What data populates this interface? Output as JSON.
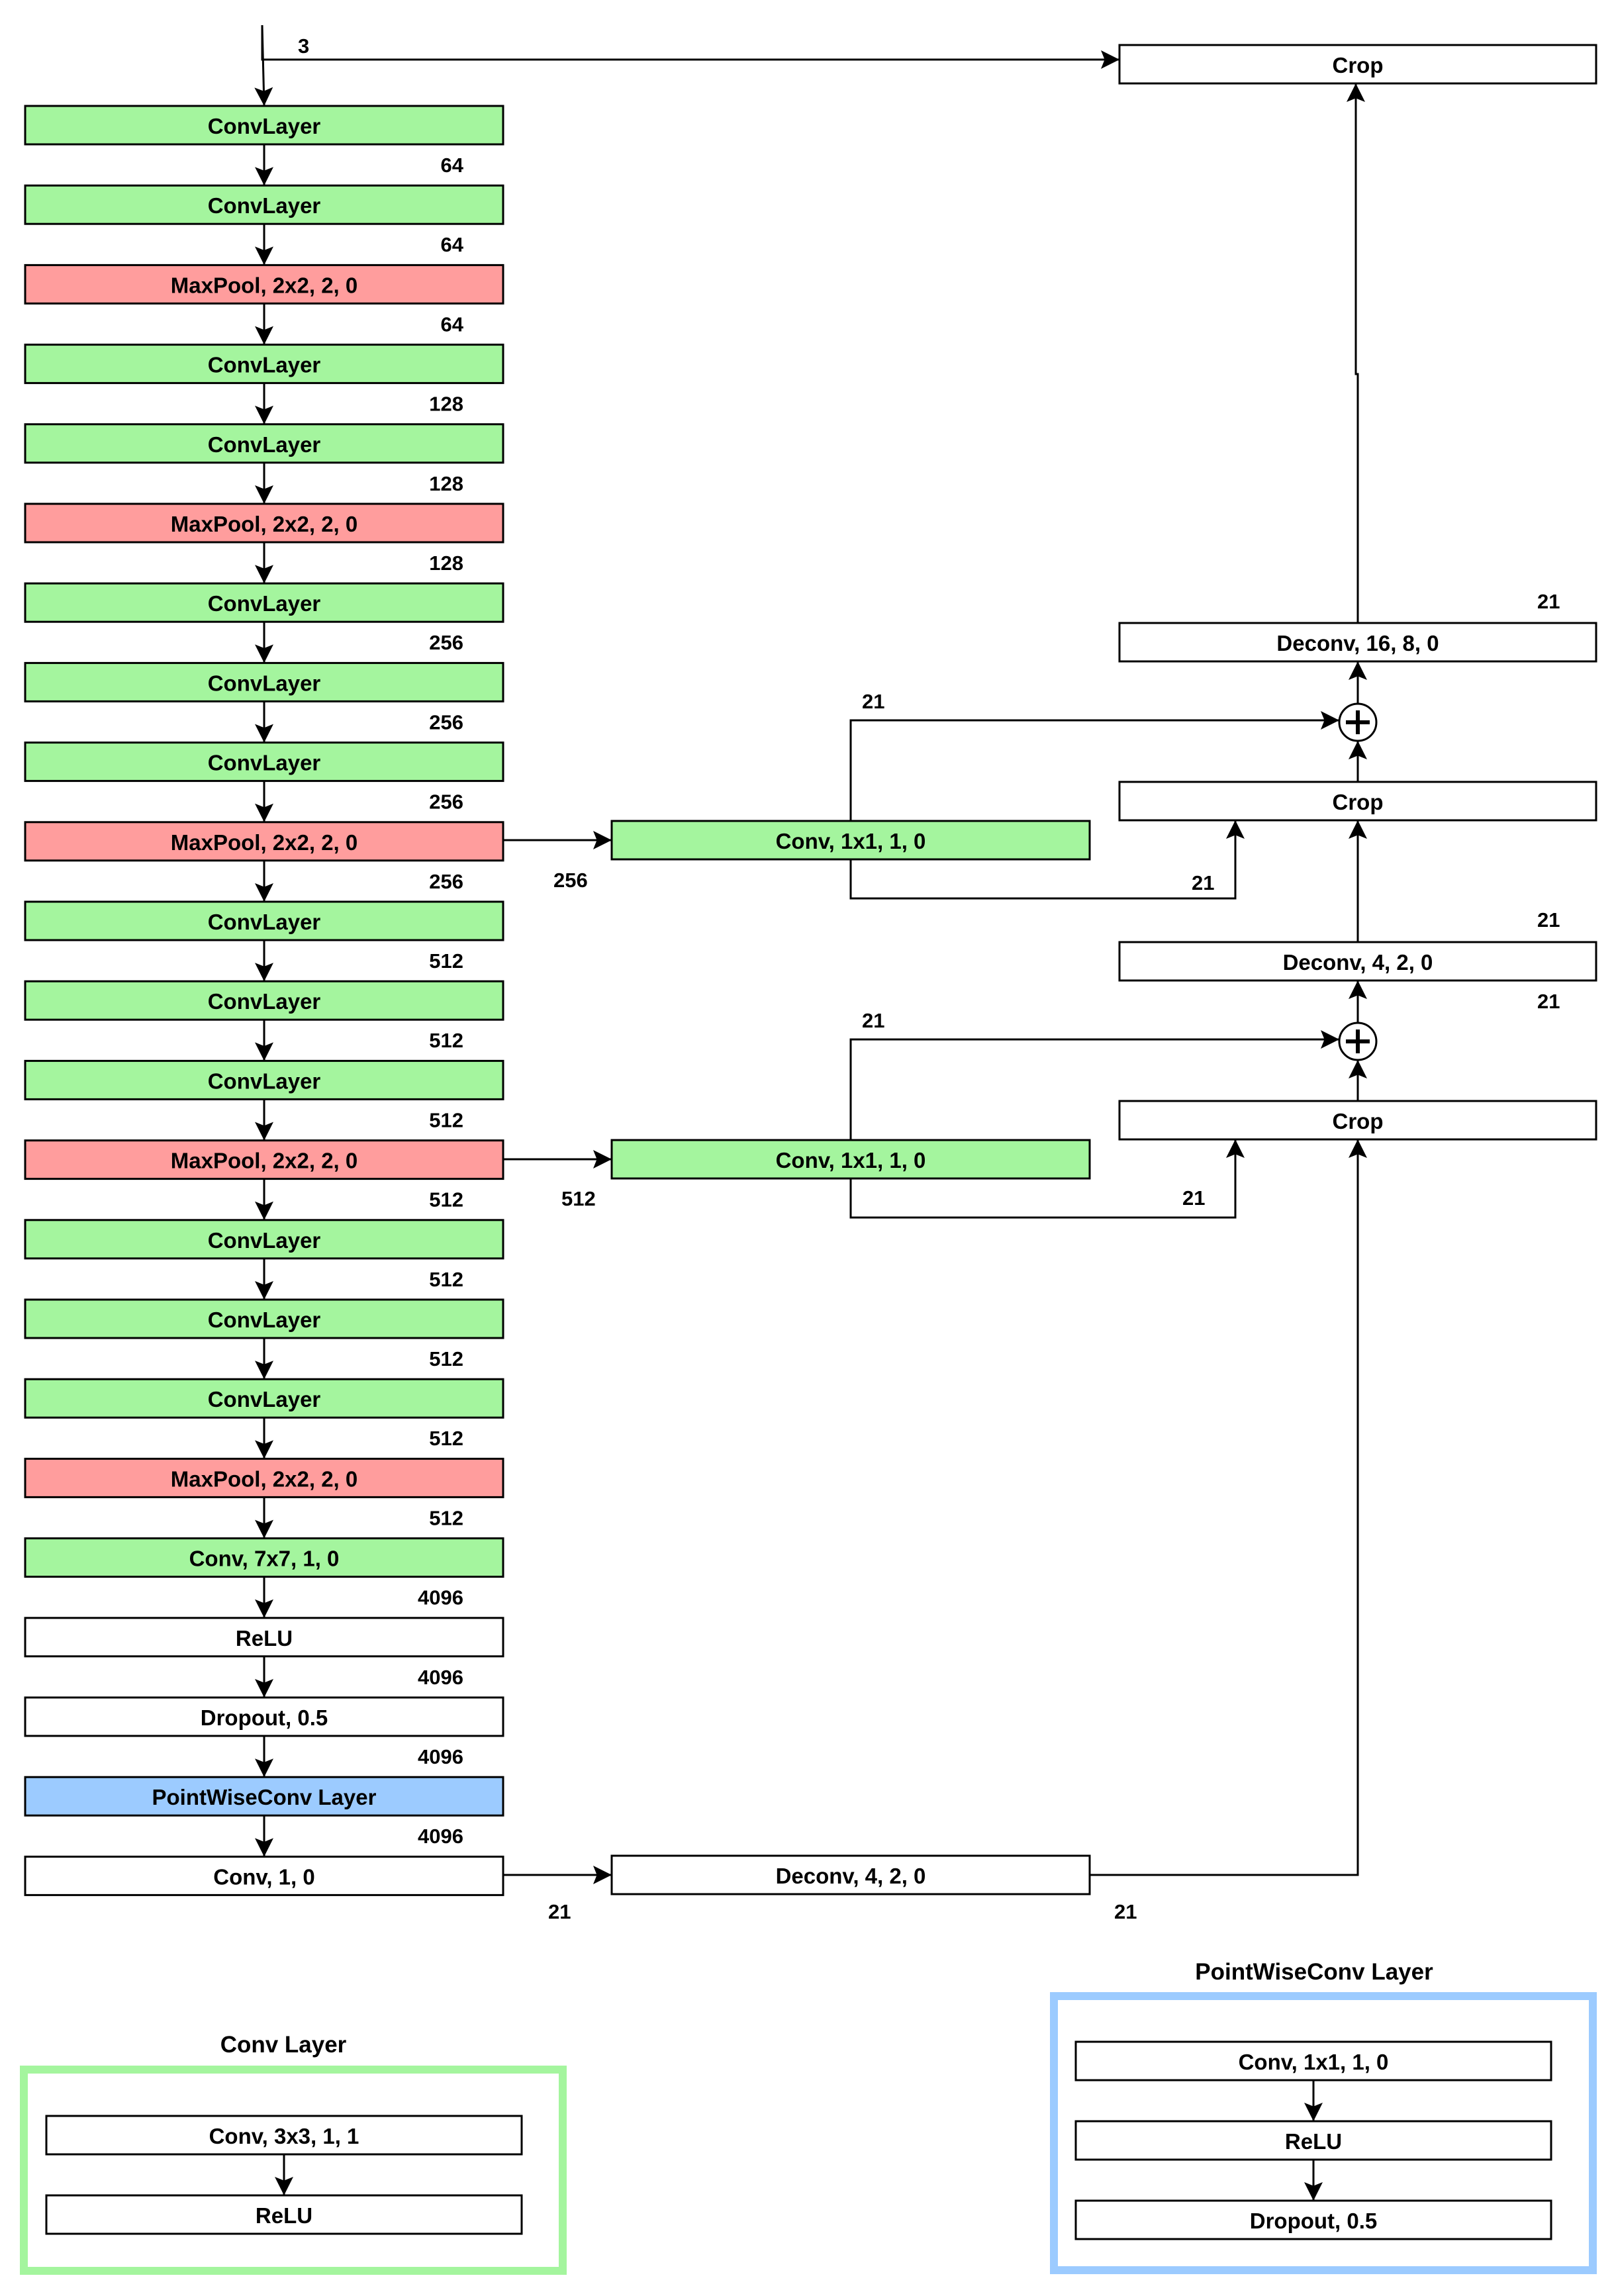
{
  "colors": {
    "conv": "#a4f59e",
    "pool": "#ff9d9d",
    "pointwise": "#9ccbff",
    "plain": "#ffffff",
    "line": "#000000",
    "conv_legend_border": "#a4f59e",
    "pointwise_legend_border": "#9ccbff"
  },
  "input_channels": "3",
  "main_column": [
    {
      "label": "ConvLayer",
      "kind": "conv",
      "out": "64"
    },
    {
      "label": "ConvLayer",
      "kind": "conv",
      "out": "64"
    },
    {
      "label": "MaxPool, 2x2, 2, 0",
      "kind": "pool",
      "out": "64"
    },
    {
      "label": "ConvLayer",
      "kind": "conv",
      "out": "128"
    },
    {
      "label": "ConvLayer",
      "kind": "conv",
      "out": "128"
    },
    {
      "label": "MaxPool, 2x2, 2, 0",
      "kind": "pool",
      "out": "128"
    },
    {
      "label": "ConvLayer",
      "kind": "conv",
      "out": "256"
    },
    {
      "label": "ConvLayer",
      "kind": "conv",
      "out": "256"
    },
    {
      "label": "ConvLayer",
      "kind": "conv",
      "out": "256"
    },
    {
      "label": "MaxPool, 2x2, 2, 0",
      "kind": "pool",
      "out": "256"
    },
    {
      "label": "ConvLayer",
      "kind": "conv",
      "out": "512"
    },
    {
      "label": "ConvLayer",
      "kind": "conv",
      "out": "512"
    },
    {
      "label": "ConvLayer",
      "kind": "conv",
      "out": "512"
    },
    {
      "label": "MaxPool, 2x2, 2, 0",
      "kind": "pool",
      "out": "512"
    },
    {
      "label": "ConvLayer",
      "kind": "conv",
      "out": "512"
    },
    {
      "label": "ConvLayer",
      "kind": "conv",
      "out": "512"
    },
    {
      "label": "ConvLayer",
      "kind": "conv",
      "out": "512"
    },
    {
      "label": "MaxPool, 2x2, 2, 0",
      "kind": "pool",
      "out": "512"
    },
    {
      "label": "Conv, 7x7, 1, 0",
      "kind": "conv",
      "out": "4096"
    },
    {
      "label": "ReLU",
      "kind": "plain",
      "out": "4096"
    },
    {
      "label": "Dropout, 0.5",
      "kind": "plain",
      "out": "4096"
    },
    {
      "label": "PointWiseConv Layer",
      "kind": "pointwise",
      "out": "4096"
    },
    {
      "label": "Conv, 1, 0",
      "kind": "plain",
      "out": "21"
    }
  ],
  "middle_column": [
    {
      "label": "Conv, 1x1, 1, 0",
      "kind": "conv",
      "in": "256",
      "up_out": "21",
      "down_out": "21"
    },
    {
      "label": "Conv, 1x1, 1, 0",
      "kind": "conv",
      "in": "512",
      "up_out": "21",
      "down_out": "21"
    },
    {
      "label": "Deconv, 4, 2, 0",
      "kind": "plain",
      "out": "21"
    }
  ],
  "right_column": {
    "crop_top": "Crop",
    "deconv_top": "Deconv, 16, 8, 0",
    "deconv_top_out": "21",
    "crop_mid": "Crop",
    "deconv_mid": "Deconv, 4, 2, 0",
    "deconv_mid_out": "21",
    "deconv_mid_in": "21",
    "crop_low": "Crop"
  },
  "legend_conv": {
    "title": "Conv Layer",
    "items": [
      "Conv, 3x3, 1, 1",
      "ReLU"
    ]
  },
  "legend_pointwise": {
    "title": "PointWiseConv Layer",
    "items": [
      "Conv, 1x1, 1, 0",
      "ReLU",
      "Dropout, 0.5"
    ]
  }
}
